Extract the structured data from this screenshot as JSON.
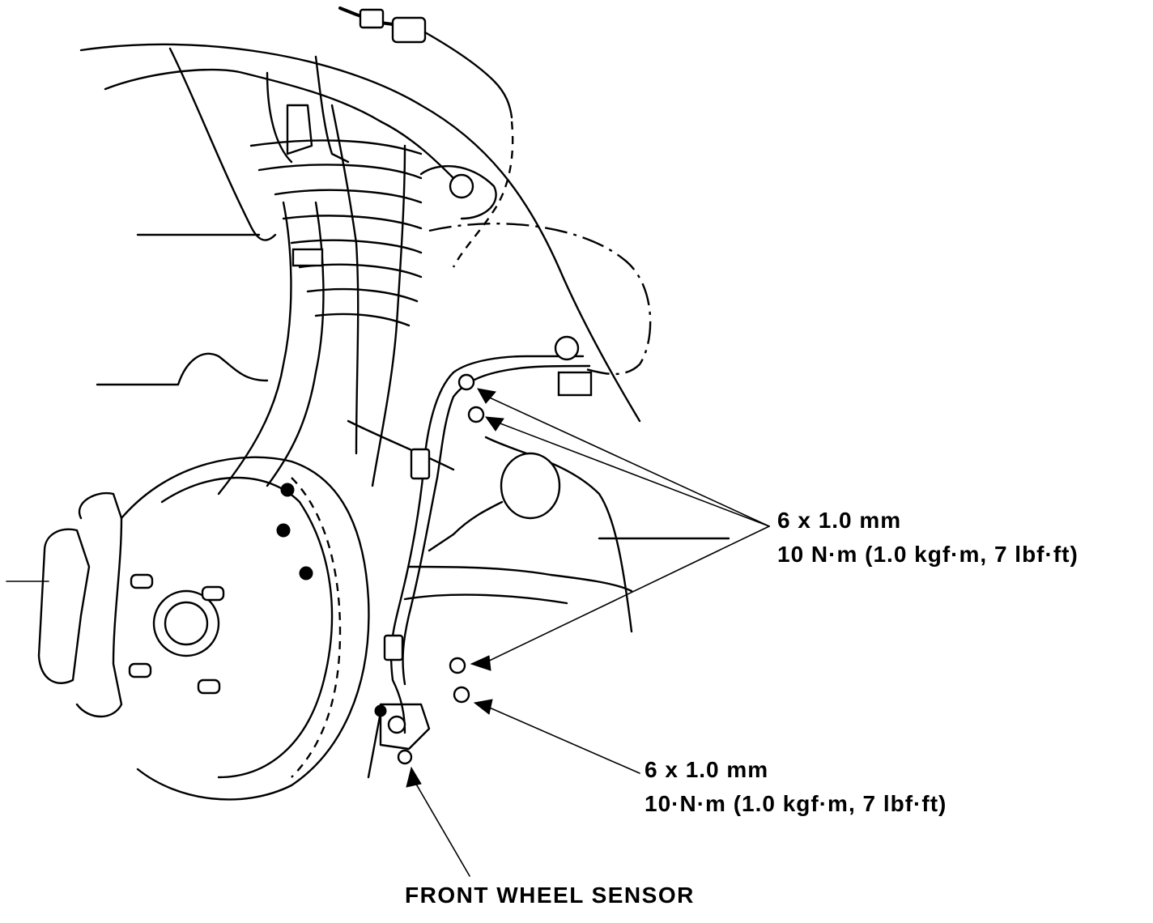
{
  "callouts": {
    "upper": {
      "size": "6 x 1.0 mm",
      "torque": "10 N·m (1.0 kgf·m, 7 lbf·ft)"
    },
    "lower": {
      "size": "6 x 1.0 mm",
      "torque": "10·N·m (1.0 kgf·m, 7 lbf·ft)"
    }
  },
  "caption": "FRONT WHEEL SENSOR"
}
